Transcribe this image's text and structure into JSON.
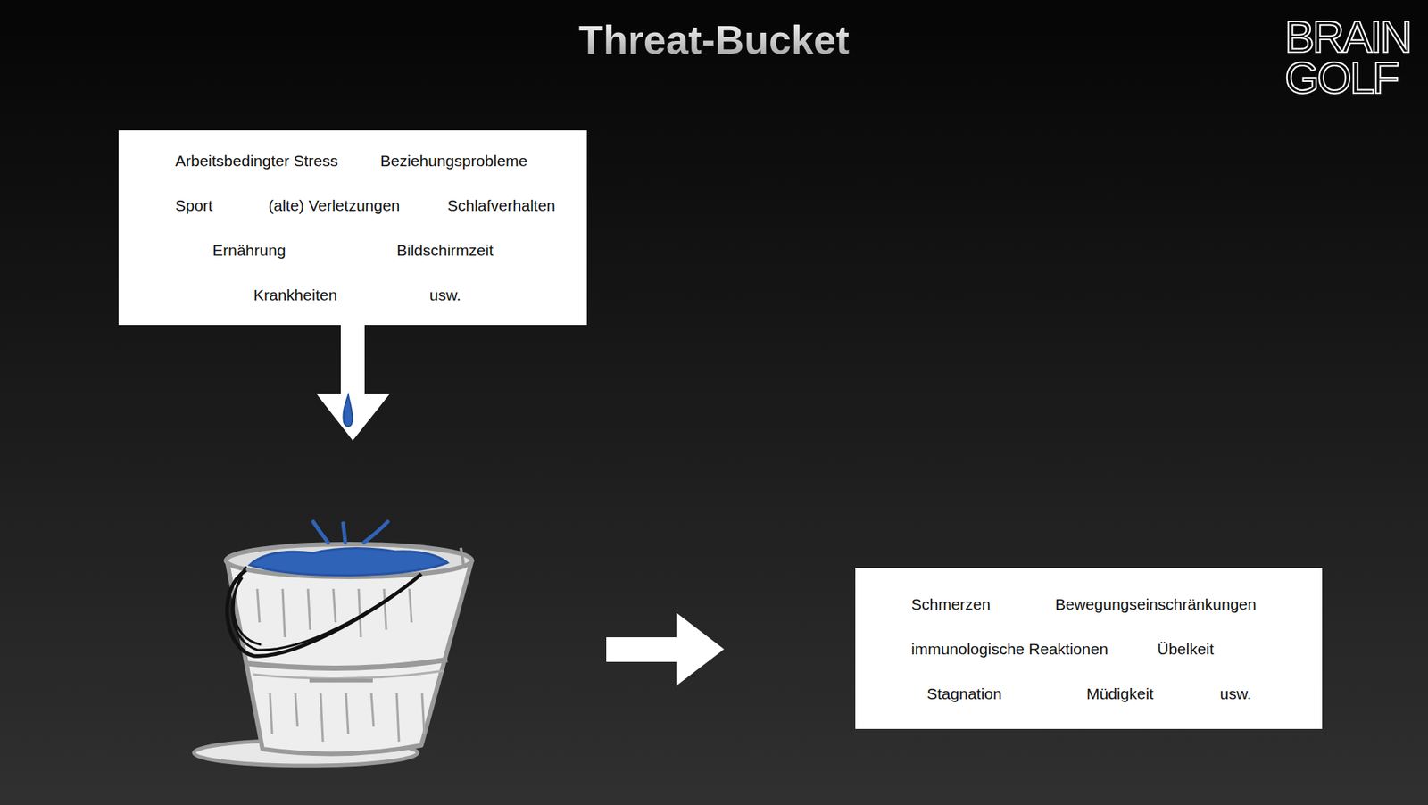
{
  "diagram": {
    "title": "Threat-Bucket",
    "nodes": [
      {
        "text": [
          "Arbeitsbedingter Stress",
          "Beziehungsprobleme",
          "Sport",
          "(alte) Verletzungen",
          "Schlafverhalten",
          "Ernährung",
          "Bildschirmzeit",
          "Krankheiten",
          "usw."
        ]
      },
      {
        "text": [
          "Schmerzen",
          "Bewegungseinschränkungen",
          "immunologische Reaktionen",
          "Übelkeit",
          "Stagnation",
          "Müdigkeit",
          "usw."
        ]
      }
    ],
    "labels": [
      "BRAIN",
      "GOLF"
    ]
  }
}
